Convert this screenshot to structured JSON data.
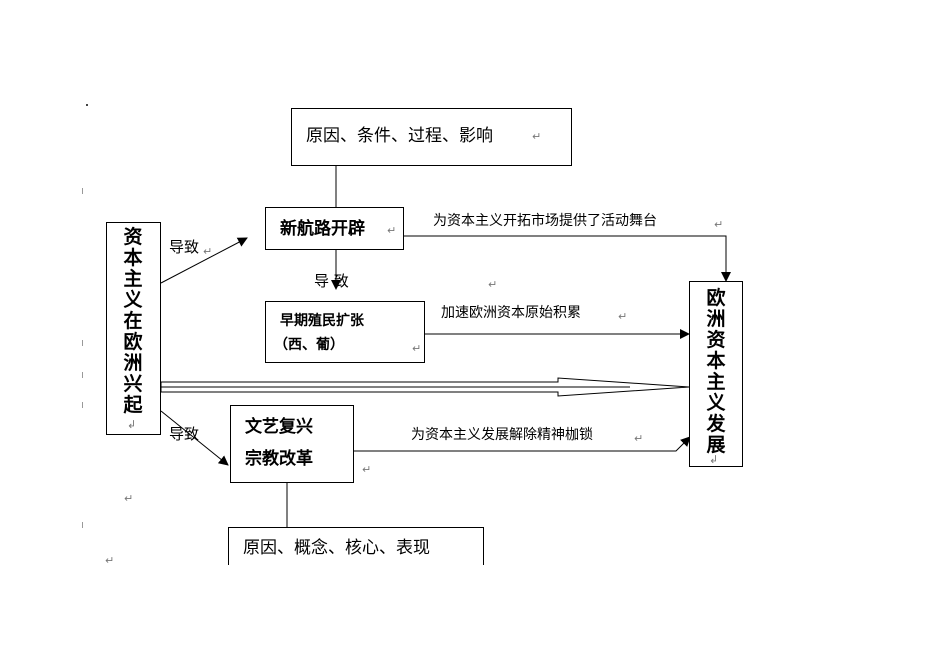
{
  "nodes": {
    "rise": "资本主义在欧洲兴起",
    "development": "欧洲资本主义发展",
    "new_route": "新航路开辟",
    "new_route_topics": "原因、条件、过程、影响",
    "colonial_line1": "早期殖民扩张",
    "colonial_line2": "（西、葡）",
    "renaissance_line1": "文艺复兴",
    "renaissance_line2": "宗教改革",
    "renaissance_topics": "原因、概念、核心、表现"
  },
  "edges": {
    "lead_to_upper": "导致",
    "lead_to_lower": "导致",
    "lead_to_middle": "导  致",
    "market": "为资本主义开拓市场提供了活动舞台",
    "accumulation": "加速欧洲资本原始积累",
    "spirit": "为资本主义发展解除精神枷锁"
  },
  "marks": {
    "paragraph": "↵",
    "tab": "↲"
  }
}
